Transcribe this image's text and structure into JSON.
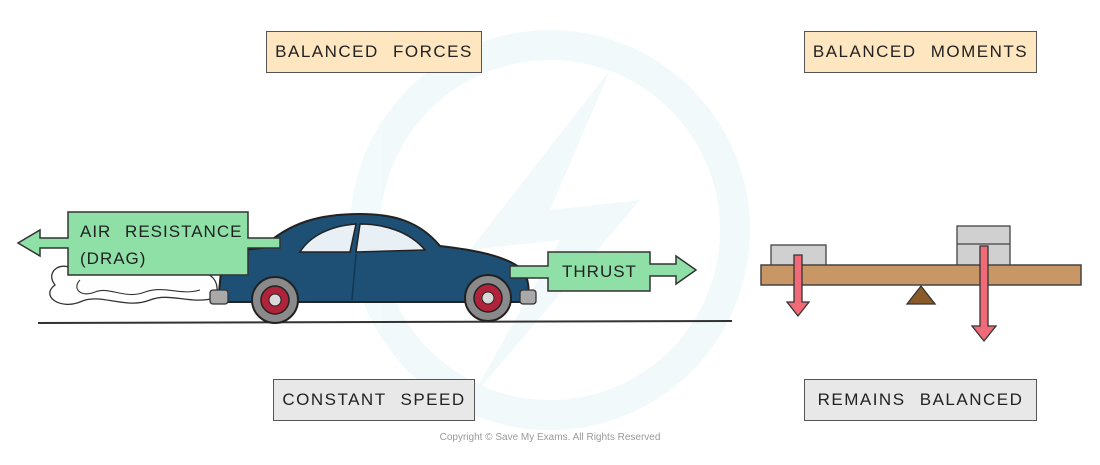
{
  "titles": {
    "forces": "BALANCED FORCES",
    "moments": "BALANCED MOMENTS"
  },
  "captions": {
    "speed": "CONSTANT SPEED",
    "balanced": "REMAINS BALANCED"
  },
  "forces": {
    "drag_line1": "AIR RESISTANCE",
    "drag_line2": "(DRAG)",
    "thrust": "THRUST"
  },
  "footer": {
    "copyright": "Copyright © Save My Exams. All Rights Reserved"
  },
  "colors": {
    "arrow_green": "#8ee0a7",
    "arrow_red": "#f06a77",
    "car_body": "#1e4f75",
    "plank": "#c99766",
    "pivot": "#8b5a2b",
    "weight": "#d0d0d0"
  }
}
